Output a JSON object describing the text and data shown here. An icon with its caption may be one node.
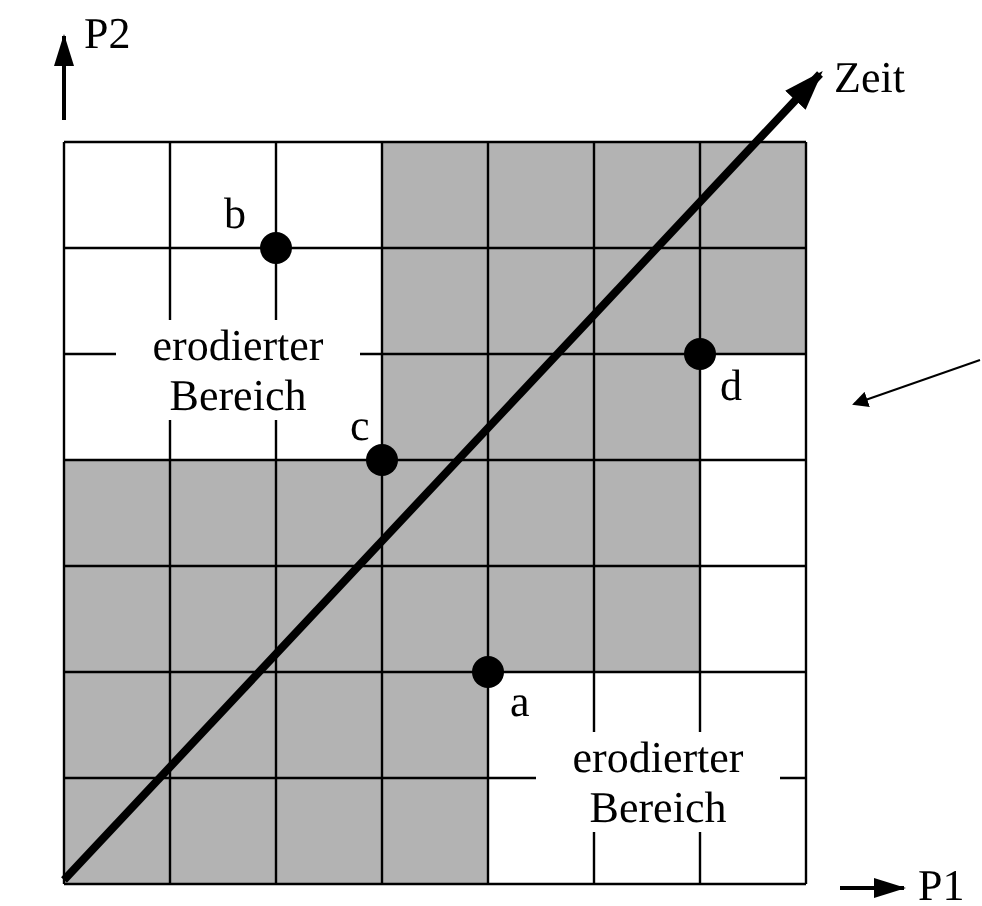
{
  "diagram": {
    "labels": [
      "P2",
      "Zeit",
      "b",
      "erodierter Bereich",
      "d",
      "c",
      "a",
      "erodierter Bereich",
      "P1"
    ]
  }
}
